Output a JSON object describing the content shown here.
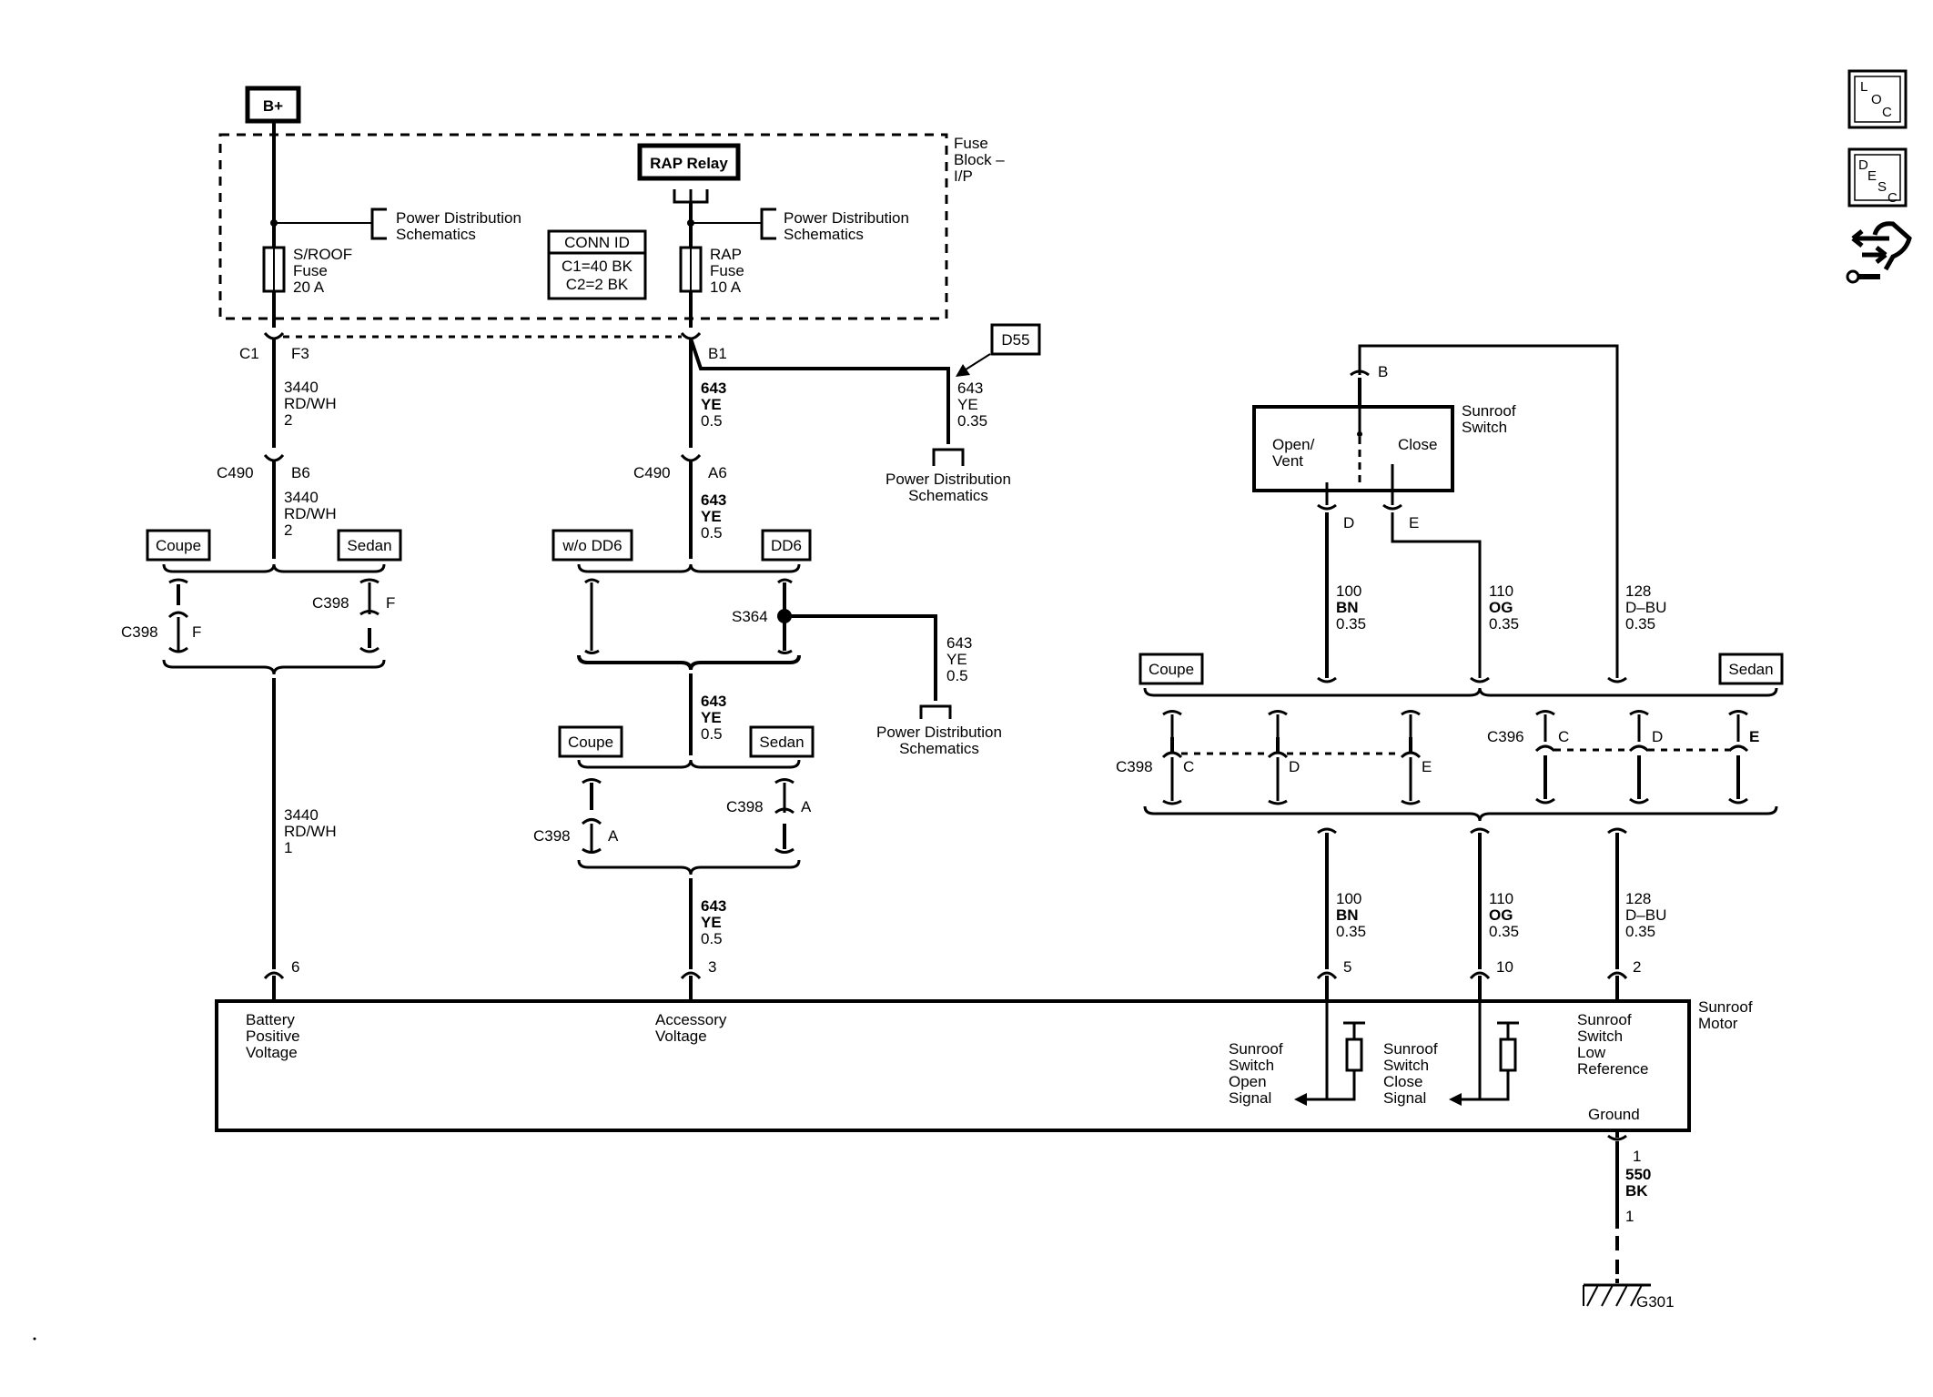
{
  "power": {
    "b_plus": "B+",
    "rap_relay": "RAP Relay",
    "d55": "D55"
  },
  "fuse_block": {
    "label1": "Fuse",
    "label2": "Block –",
    "label3": "I/P"
  },
  "fuses": [
    {
      "l1": "S/ROOF",
      "l2": "Fuse",
      "l3": "20 A"
    },
    {
      "l1": "RAP",
      "l2": "Fuse",
      "l3": "10 A"
    }
  ],
  "conn_id": {
    "title": "CONN ID",
    "c1": "C1=40 BK",
    "c2": "C2=2 BK"
  },
  "pds": {
    "l1": "Power Distribution",
    "l2": "Schematics"
  },
  "connectors": {
    "c1": "C1",
    "f3": "F3",
    "b1": "B1",
    "c490": "C490",
    "b6": "B6",
    "a6": "A6",
    "c398": "C398",
    "f": "F",
    "a": "A",
    "c": "C",
    "d": "D",
    "e": "E",
    "c396": "C396",
    "s364": "S364",
    "b": "B"
  },
  "options": {
    "coupe": "Coupe",
    "sedan": "Sedan",
    "wo_dd6": "w/o DD6",
    "dd6": "DD6"
  },
  "wires": {
    "w3440_2": {
      "circuit": "3440",
      "color": "RD/WH",
      "size": "2"
    },
    "w3440_1": {
      "circuit": "3440",
      "color": "RD/WH",
      "size": "1"
    },
    "w643": {
      "circuit": "643",
      "color": "YE",
      "size": "0.5"
    },
    "w643s": {
      "circuit": "643",
      "color": "YE",
      "size": "0.35"
    },
    "w100": {
      "circuit": "100",
      "color": "BN",
      "size": "0.35"
    },
    "w110": {
      "circuit": "110",
      "color": "OG",
      "size": "0.35"
    },
    "w128": {
      "circuit": "128",
      "color": "D–BU",
      "size": "0.35"
    },
    "w550": {
      "circuit": "550",
      "color": "BK",
      "size": "1"
    }
  },
  "switch": {
    "title1": "Sunroof",
    "title2": "Switch",
    "open1": "Open/",
    "open2": "Vent",
    "close": "Close"
  },
  "motor": {
    "title1": "Sunroof",
    "title2": "Motor",
    "pins": {
      "p6": "6",
      "p3": "3",
      "p5": "5",
      "p10": "10",
      "p2": "2",
      "p1": "1"
    },
    "batt": [
      "Battery",
      "Positive",
      "Voltage"
    ],
    "acc": [
      "Accessory",
      "Voltage"
    ],
    "open_sig": [
      "Sunroof",
      "Switch",
      "Open",
      "Signal"
    ],
    "close_sig": [
      "Sunroof",
      "Switch",
      "Close",
      "Signal"
    ],
    "low_ref": [
      "Sunroof",
      "Switch",
      "Low",
      "Reference"
    ],
    "ground": "Ground"
  },
  "ground_id": "G301",
  "side_icons": {
    "loc": [
      "L",
      "O",
      "C"
    ],
    "desc": [
      "D",
      "E",
      "S",
      "C"
    ]
  }
}
